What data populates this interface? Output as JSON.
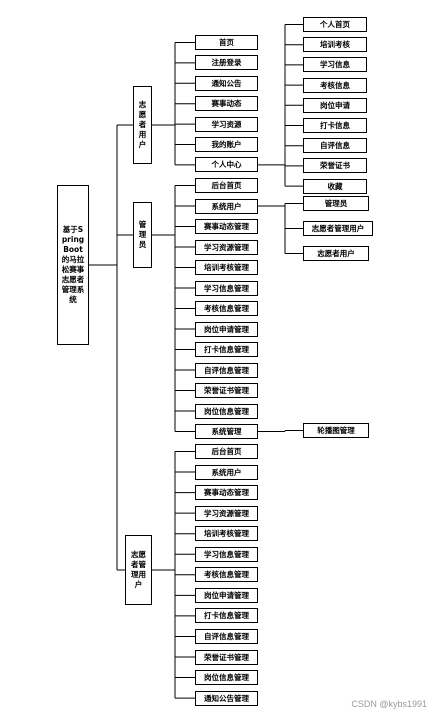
{
  "root": "基于Spring Boot的马拉松赛事志愿者管理系统",
  "branches": [
    {
      "label": "志愿者用户",
      "items": [
        {
          "label": "首页"
        },
        {
          "label": "注册登录"
        },
        {
          "label": "通知公告"
        },
        {
          "label": "赛事动态"
        },
        {
          "label": "学习资源"
        },
        {
          "label": "我的账户"
        },
        {
          "label": "个人中心",
          "children": [
            "个人首页",
            "培训考核",
            "学习信息",
            "考核信息",
            "岗位申请",
            "打卡信息",
            "自评信息",
            "荣誉证书",
            "收藏"
          ]
        }
      ]
    },
    {
      "label": "管理员",
      "items": [
        {
          "label": "后台首页"
        },
        {
          "label": "系统用户",
          "children": [
            "管理员",
            "志愿者管理用户",
            "志愿者用户"
          ]
        },
        {
          "label": "赛事动态管理"
        },
        {
          "label": "学习资源管理"
        },
        {
          "label": "培训考核管理"
        },
        {
          "label": "学习信息管理"
        },
        {
          "label": "考核信息管理"
        },
        {
          "label": "岗位申请管理"
        },
        {
          "label": "打卡信息管理"
        },
        {
          "label": "自评信息管理"
        },
        {
          "label": "荣誉证书管理"
        },
        {
          "label": "岗位信息管理"
        },
        {
          "label": "系统管理",
          "children": [
            "轮播图管理"
          ]
        }
      ]
    },
    {
      "label": "志愿者管理用户",
      "items": [
        {
          "label": "后台首页"
        },
        {
          "label": "系统用户"
        },
        {
          "label": "赛事动态管理"
        },
        {
          "label": "学习资源管理"
        },
        {
          "label": "培训考核管理"
        },
        {
          "label": "学习信息管理"
        },
        {
          "label": "考核信息管理"
        },
        {
          "label": "岗位申请管理"
        },
        {
          "label": "打卡信息管理"
        },
        {
          "label": "自评信息管理"
        },
        {
          "label": "荣誉证书管理"
        },
        {
          "label": "岗位信息管理"
        },
        {
          "label": "通知公告管理"
        }
      ]
    }
  ],
  "watermark": "CSDN @kybs1991"
}
